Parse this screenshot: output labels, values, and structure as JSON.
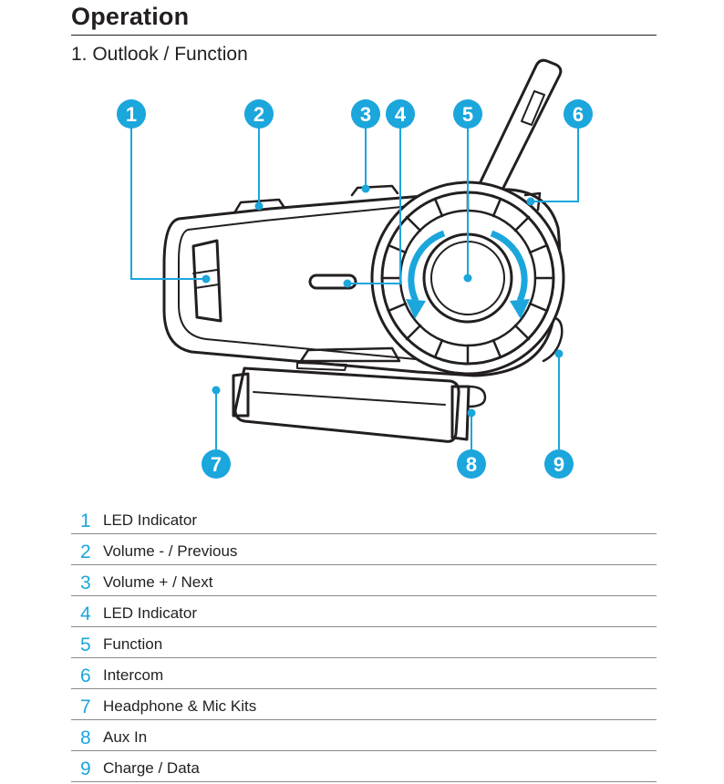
{
  "header": {
    "title": "Operation",
    "subtitle": "1. Outlook / Function"
  },
  "colors": {
    "accent": "#1ba6dc",
    "outline": "#231f20",
    "rule": "#8a8a8a"
  },
  "figure": {
    "callouts": [
      "1",
      "2",
      "3",
      "4",
      "5",
      "6",
      "7",
      "8",
      "9"
    ]
  },
  "legend": {
    "items": [
      {
        "number": "1",
        "label": "LED Indicator"
      },
      {
        "number": "2",
        "label": "Volume - / Previous"
      },
      {
        "number": "3",
        "label": "Volume + / Next"
      },
      {
        "number": "4",
        "label": "LED Indicator"
      },
      {
        "number": "5",
        "label": "Function"
      },
      {
        "number": "6",
        "label": "Intercom"
      },
      {
        "number": "7",
        "label": "Headphone & Mic Kits"
      },
      {
        "number": "8",
        "label": "Aux In"
      },
      {
        "number": "9",
        "label": "Charge / Data"
      }
    ]
  }
}
